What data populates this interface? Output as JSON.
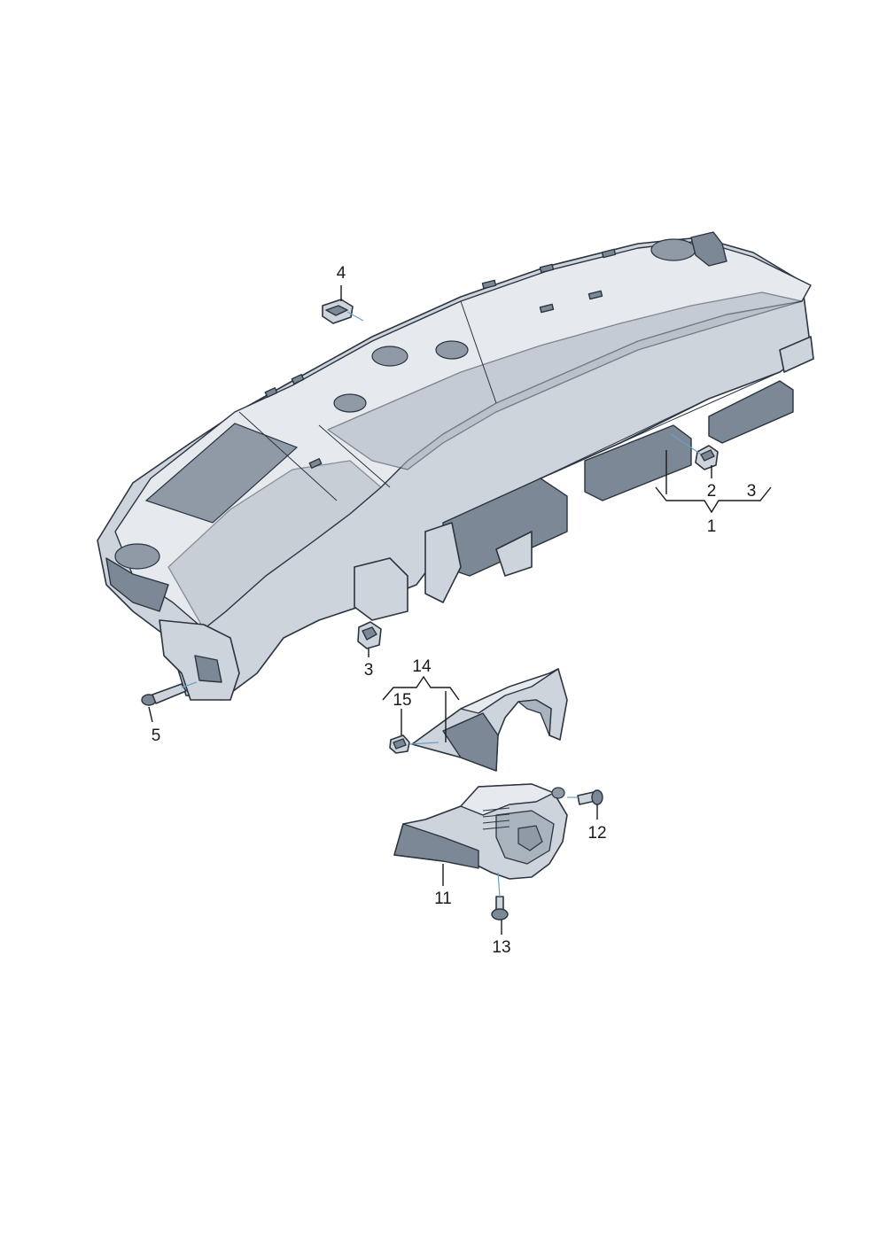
{
  "callouts": {
    "c1": "1",
    "c2": "2",
    "c3a": "3",
    "c3b": "3",
    "c4": "4",
    "c5": "5",
    "c11": "11",
    "c12": "12",
    "c13": "13",
    "c14": "14",
    "c15": "15"
  }
}
